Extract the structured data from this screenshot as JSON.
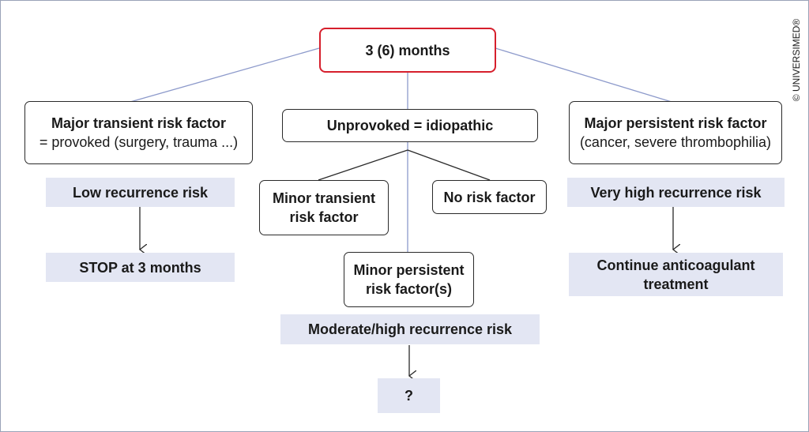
{
  "root": {
    "label": "3 (6) months"
  },
  "left": {
    "title": "Major transient risk factor",
    "subtitle": "= provoked (surgery, trauma ...)",
    "risk": "Low recurrence risk",
    "action": "STOP at 3 months"
  },
  "center": {
    "title": "Unprovoked = idiopathic",
    "minor_transient_line1": "Minor transient",
    "minor_transient_line2": "risk factor",
    "no_risk": "No risk factor",
    "minor_persistent_line1": "Minor persistent",
    "minor_persistent_line2": "risk factor(s)",
    "risk": "Moderate/high recurrence risk",
    "action": "?"
  },
  "right": {
    "title": "Major persistent risk factor",
    "subtitle": "(cancer, severe thrombophilia)",
    "risk": "Very high recurrence risk",
    "action_line1": "Continue anticoagulant",
    "action_line2": "treatment"
  },
  "copyright": "© UNIVERSIMED®",
  "colors": {
    "root_border": "#d61f2c",
    "connector_blue": "#8d9acb",
    "shaded_fill": "#e3e6f3",
    "frame_border": "#9aa3b8"
  }
}
